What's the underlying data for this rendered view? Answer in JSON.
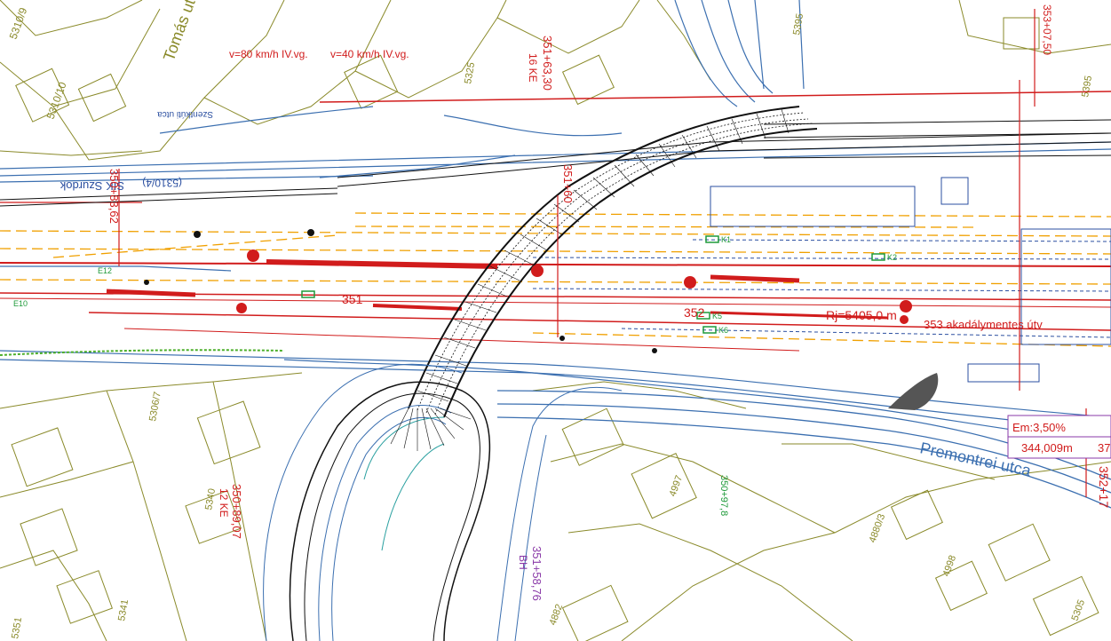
{
  "colors": {
    "background": "#ffffff",
    "parcel": "#8a8a2a",
    "track": "#d11c1c",
    "track_dashed": "#f0a000",
    "road": "#3b6fb0",
    "bridge": "#111111",
    "annotation_red": "#d11c1c",
    "annotation_green": "#1f9a3a",
    "annotation_purple": "#8a3aa8",
    "annotation_blue": "#2b4fa0",
    "vegetation": "#4caf2a",
    "water": "#555555"
  },
  "labels": {
    "street_tomas": "Tomás utca",
    "street_premontrei": "Premontrei utca",
    "street_szurdok": "SIK Szurdok",
    "street_szentkut": "Szentkúti utca",
    "speed_80": "v=80 km/h IV.vg.",
    "speed_40": "v=40 km/h IV.vg.",
    "km_350_83": "350+83,62",
    "km_351_60": "351+60",
    "km_351_56": "351+58,76",
    "km_350_89": "350+89,07",
    "km_352_17": "352+17",
    "km_351_63": "351+63,30",
    "km_353_07": "353+07,50",
    "km_350_97": "350+97,8",
    "label_16ke": "16 KE",
    "label_12ke": "12 KE",
    "label_bh": "BH",
    "station_351": "351",
    "station_352": "352",
    "station_353": "353 akadálymentes útv",
    "radius": "Rj=5405,0 m",
    "em1": "Em:3,50%",
    "em2": "344,009m",
    "em3": "37",
    "k1": "K1",
    "k2": "K2",
    "k5": "K5",
    "k6": "K6",
    "e10": "E10",
    "e12": "E12",
    "parcel_5310_9": "5310/9",
    "parcel_5310_10": "5310/10",
    "parcel_5310_4": "(5310/4)",
    "parcel_5325": "5325",
    "parcel_5351": "5351",
    "parcel_5341": "5341",
    "parcel_5340": "5340",
    "parcel_5306_7": "5306/7",
    "parcel_4997": "4997",
    "parcel_4882": "4882",
    "parcel_4880_3": "4880/3",
    "parcel_4998": "4998",
    "parcel_5395": "5395",
    "parcel_5395b": "5395",
    "parcel_5305": "5305"
  }
}
